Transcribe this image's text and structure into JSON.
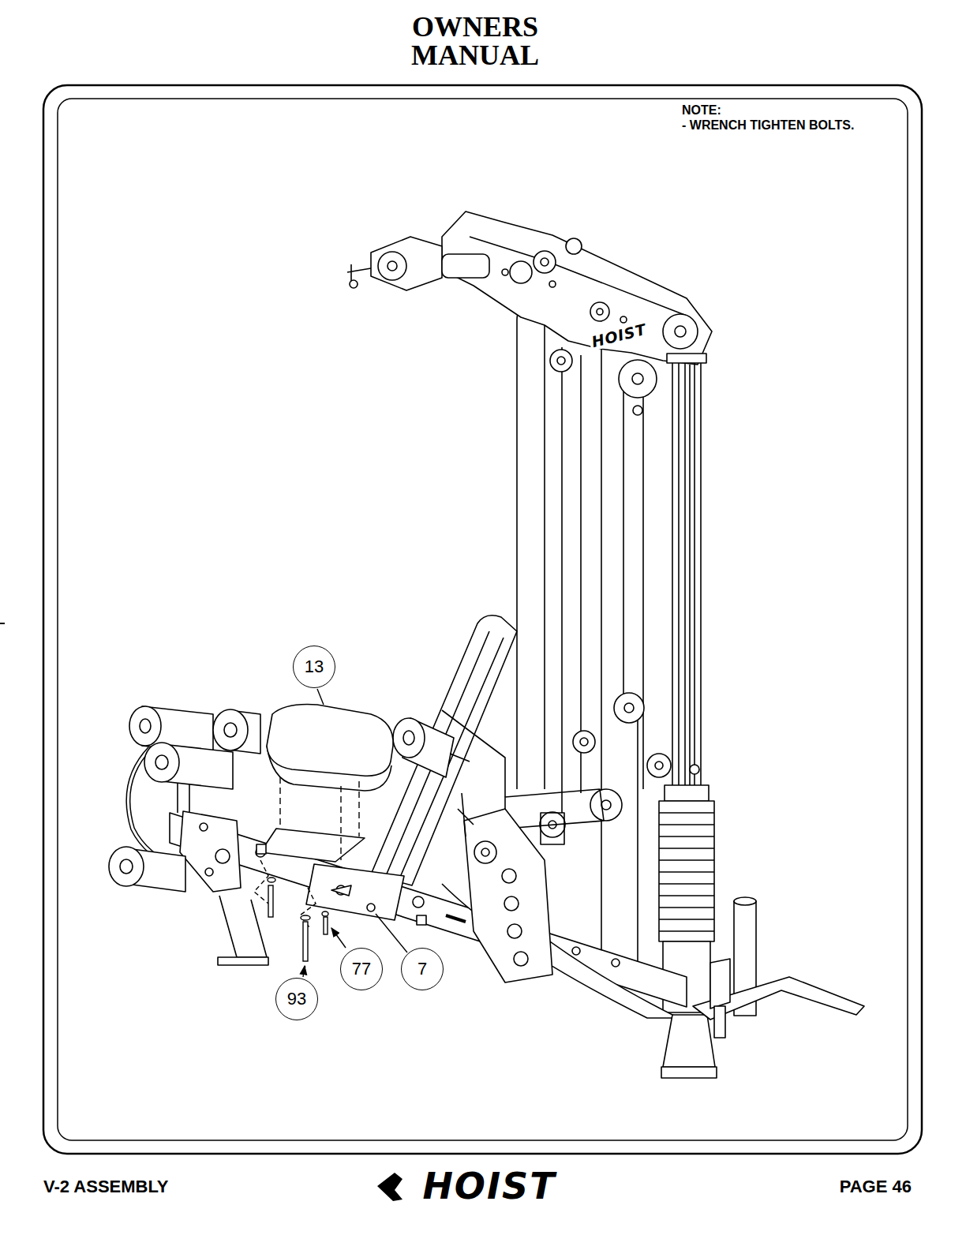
{
  "diagram": {
    "title": "OWNERS MANUAL",
    "nodes": [
      {
        "text": [
          "13"
        ]
      },
      {
        "text": [
          "77"
        ]
      },
      {
        "text": [
          "7"
        ]
      },
      {
        "text": [
          "93"
        ]
      }
    ],
    "labels": [
      "NOTE:",
      "- WRENCH TIGHTEN BOLTS.",
      "HOIST",
      "V-2 ASSEMBLY",
      "HOIST",
      "PAGE 46"
    ]
  }
}
